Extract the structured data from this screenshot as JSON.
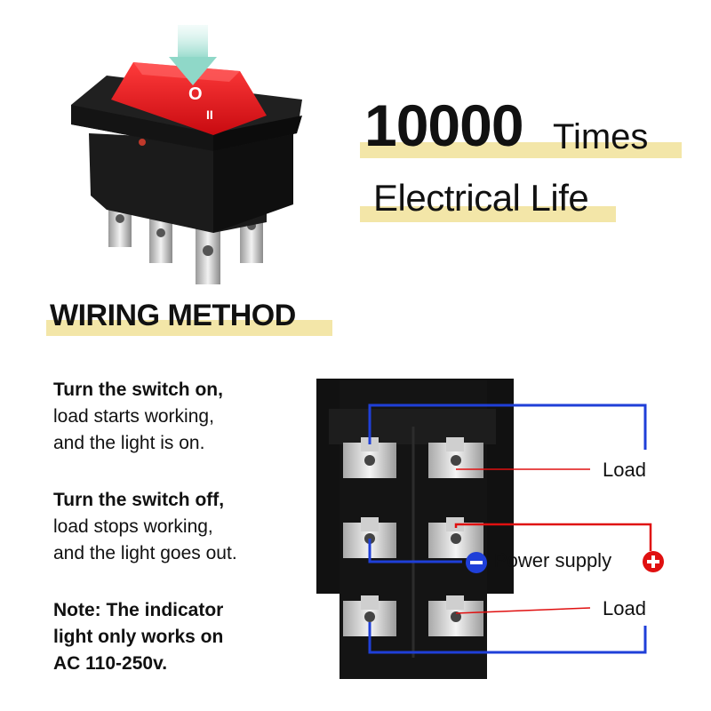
{
  "headline": {
    "big_number": "10000",
    "times_label": "Times",
    "life_label": "Electrical Life"
  },
  "section": {
    "title": "WIRING METHOD"
  },
  "instructions": {
    "on": {
      "line1": "Turn the switch on,",
      "line2": "load starts working,",
      "line3": "and the light is on."
    },
    "off": {
      "line1": "Turn the switch off,",
      "line2": "load stops working,",
      "line3": "and the light goes out."
    },
    "note": {
      "line1": "Note: The indicator",
      "line2": "light only works on",
      "line3": "AC 110-250v."
    }
  },
  "diagram": {
    "load_top": "Load",
    "power_supply": "Power supply",
    "load_bottom": "Load",
    "minus_symbol": "−",
    "plus_symbol": "+"
  },
  "switch_symbols": {
    "on_mark": "O",
    "off_mark": "II"
  },
  "colors": {
    "red_rocker": "#e0141a",
    "blue_wire": "#1f3fd8",
    "red_wire": "#e01010",
    "highlight": "#f3e6a8",
    "arrow": "#8fd8c8"
  }
}
